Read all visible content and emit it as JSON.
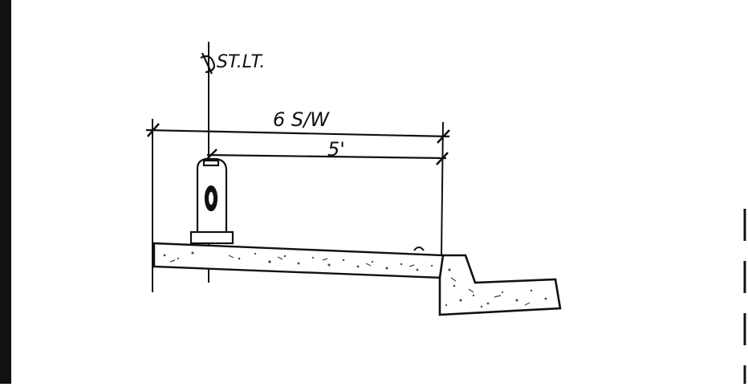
{
  "labels": {
    "centerline": "ST.LT.",
    "sidewalk_width": "6 S/W",
    "offset": "5'"
  },
  "icons": {
    "centerline_symbol": "centerline-icon"
  },
  "colors": {
    "ink": "#111111",
    "paper": "#ffffff",
    "speckle": "#444444"
  }
}
